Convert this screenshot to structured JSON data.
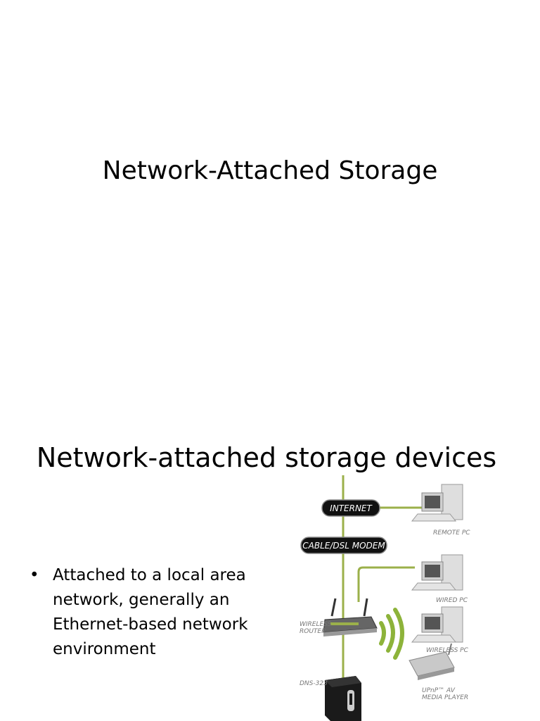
{
  "slide1": {
    "title": "Network-Attached Storage"
  },
  "slide2": {
    "title": "Network-attached storage devices",
    "bullet": "Attached to a local area network, generally an Ethernet-based network environment",
    "bullet_marker": "•",
    "diagram": {
      "internet_label": "INTERNET",
      "modem_label": "CABLE/DSL MODEM",
      "remote_pc_label": "REMOTE PC",
      "wired_pc_label": "WIRED PC",
      "wireless_router_label_line1": "WIRELESS",
      "wireless_router_label_line2": "ROUTER",
      "wireless_pc_label": "WIRELESS PC",
      "dns_label": "DNS-323",
      "media_player_label_line1": "UPnP™ AV",
      "media_player_label_line2": "MEDIA PLAYER",
      "cable_color": "#9bb04a",
      "wifi_color": "#8db33a",
      "pill_color": "#111111"
    }
  }
}
